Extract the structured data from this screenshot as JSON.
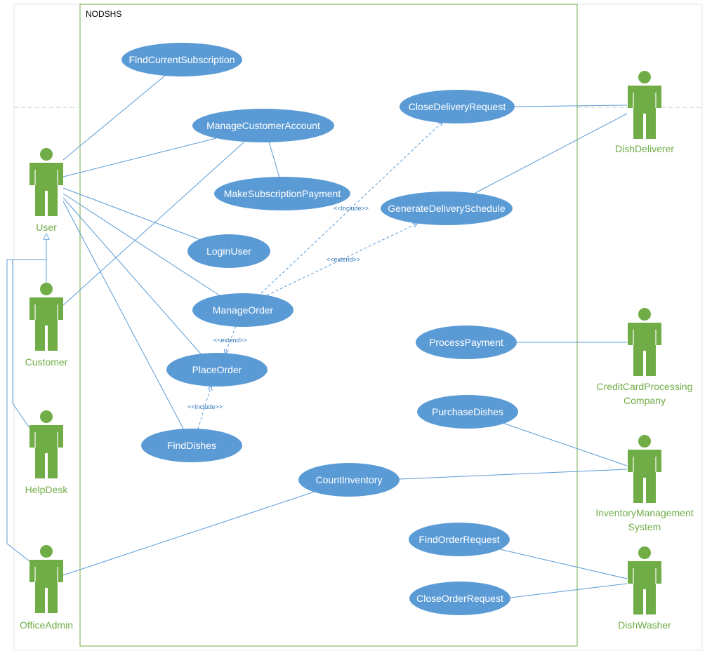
{
  "colors": {
    "use_case_fill": "#5b9bd5",
    "use_case_text": "#ffffff",
    "actor_fill": "#70ad47",
    "actor_label": "#70ad47",
    "line": "#5b9bd5",
    "system_border": "#70ad47",
    "stereotype": "#2e75b6"
  },
  "system": {
    "title": "NODSHS"
  },
  "actors": {
    "user": "User",
    "customer": "Customer",
    "helpdesk": "HelpDesk",
    "officeadmin": "OfficeAdmin",
    "dishdeliverer": "DishDeliverer",
    "ccpc_line1": "CreditCardProcessing",
    "ccpc_line2": "Company",
    "ims_line1": "InventoryManagement",
    "ims_line2": "System",
    "dishwasher": "DishWasher"
  },
  "use_cases": {
    "find_current_subscription": "FindCurrentSubscription",
    "manage_customer_account": "ManageCustomerAccount",
    "make_subscription_payment": "MakeSubscriptionPayment",
    "login_user": "LoginUser",
    "manage_order": "ManageOrder",
    "place_order": "PlaceOrder",
    "find_dishes": "FindDishes",
    "close_delivery_request": "CloseDeliveryRequest",
    "generate_delivery_schedule": "GenerateDeliverySchedule",
    "process_payment": "ProcessPayment",
    "purchase_dishes": "PurchaseDishes",
    "count_inventory": "CountInventory",
    "find_order_request": "FindOrderRequest",
    "close_order_request": "CloseOrderRequest"
  },
  "stereotypes": {
    "include_close_delivery": "<<Include>>",
    "extend_generate_schedule": "<<extend>>",
    "extend_place_order": "<<extend>>",
    "include_find_dishes": "<<include>>"
  }
}
